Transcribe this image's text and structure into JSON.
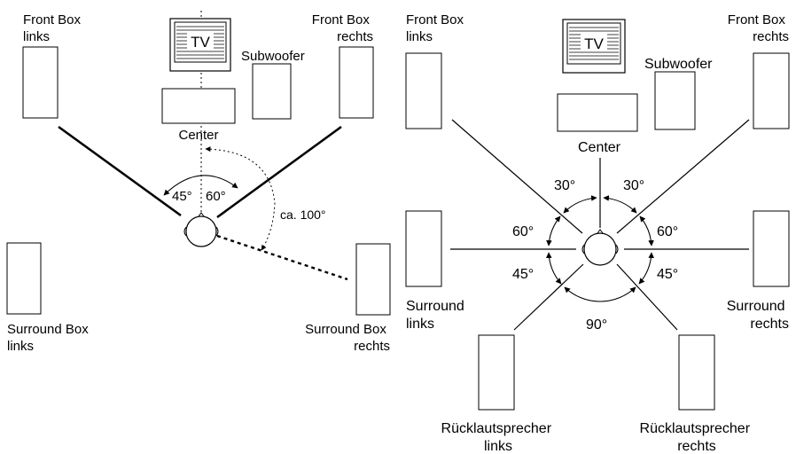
{
  "left": {
    "front_left": [
      "Front Box",
      "links"
    ],
    "front_right": [
      "Front Box",
      "rechts"
    ],
    "subwoofer": "Subwoofer",
    "tv": "TV",
    "center": "Center",
    "angle_left": "45°",
    "angle_right": "60°",
    "surround_angle": "ca. 100°",
    "surround_left": [
      "Surround Box",
      "links"
    ],
    "surround_right": [
      "Surround Box",
      "rechts"
    ]
  },
  "right": {
    "front_left": [
      "Front Box",
      "links"
    ],
    "front_right": [
      "Front Box",
      "rechts"
    ],
    "subwoofer": "Subwoofer",
    "tv": "TV",
    "center": "Center",
    "angle_top_left": "30°",
    "angle_top_right": "30°",
    "angle_mid_left": "60°",
    "angle_mid_right": "60°",
    "angle_low_left": "45°",
    "angle_low_right": "45°",
    "angle_bottom": "90°",
    "surround_left": [
      "Surround",
      "links"
    ],
    "surround_right": [
      "Surround",
      "rechts"
    ],
    "rear_left": [
      "Rücklautsprecher",
      "links"
    ],
    "rear_right": [
      "Rücklautsprecher",
      "rechts"
    ]
  }
}
